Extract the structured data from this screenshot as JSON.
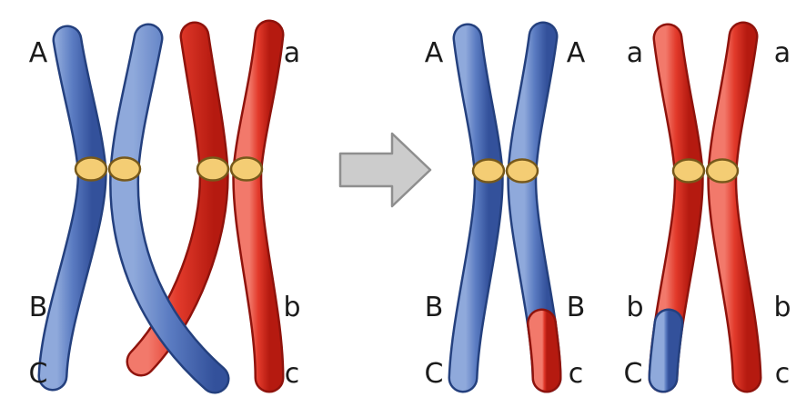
{
  "colors": {
    "background": "#ffffff",
    "label_text": "#1b1b1b",
    "chromosome_blue": "#5b7cc2",
    "chromosome_blue_dark": "#24407e",
    "chromosome_red": "#e23a2b",
    "chromosome_red_dark": "#8f130c",
    "centromere_fill": "#f4cd74",
    "centromere_border": "#77591b",
    "arrow_fill": "#cccccc",
    "arrow_border": "#8e8e8e"
  },
  "icons": {
    "transition_arrow": "right-block-arrow",
    "centromere": "yellow-oval"
  },
  "before": {
    "blue_homolog": {
      "top": "A",
      "middle": "B",
      "bottom": "C"
    },
    "red_homolog": {
      "top": "a",
      "middle": "b",
      "bottom": "c"
    }
  },
  "after": {
    "blue_chromosome": {
      "top_left": "A",
      "top_right": "A",
      "middle_left": "B",
      "middle_right": "B",
      "bottom_left": "C",
      "bottom_right": "c"
    },
    "red_chromosome": {
      "top_left": "a",
      "top_right": "a",
      "middle_left": "b",
      "middle_right": "b",
      "bottom_left": "C",
      "bottom_right": "c"
    }
  }
}
